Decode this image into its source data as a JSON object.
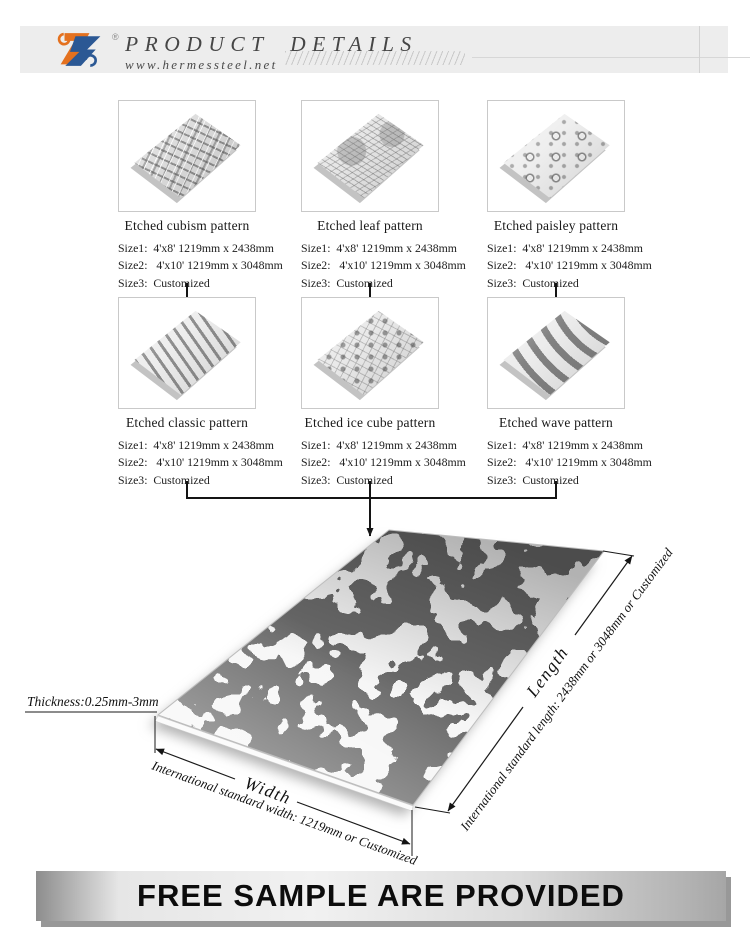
{
  "header": {
    "title": "PRODUCT DETAILS",
    "website": "www.hermessteel.net",
    "registered_mark": "®",
    "logo": {
      "name": "hermes-steel-logo",
      "orange": "#e4711f",
      "blue": "#2b5894"
    }
  },
  "products": [
    {
      "name": "Etched cubism pattern",
      "pattern": "cubism",
      "sizes": [
        "Size1:  4'x8' 1219mm x 2438mm",
        "Size2:   4'x10' 1219mm x 3048mm",
        "Size3:  Customized"
      ]
    },
    {
      "name": "Etched leaf pattern",
      "pattern": "leaf",
      "sizes": [
        "Size1:  4'x8' 1219mm x 2438mm",
        "Size2:   4'x10' 1219mm x 3048mm",
        "Size3:  Customized"
      ]
    },
    {
      "name": "Etched paisley pattern",
      "pattern": "paisley",
      "sizes": [
        "Size1:  4'x8' 1219mm x 2438mm",
        "Size2:   4'x10' 1219mm x 3048mm",
        "Size3:  Customized"
      ]
    },
    {
      "name": "Etched classic pattern",
      "pattern": "classic",
      "sizes": [
        "Size1:  4'x8' 1219mm x 2438mm",
        "Size2:   4'x10' 1219mm x 3048mm",
        "Size3:  Customized"
      ]
    },
    {
      "name": "Etched ice cube pattern",
      "pattern": "icecube",
      "sizes": [
        "Size1:  4'x8' 1219mm x 2438mm",
        "Size2:   4'x10' 1219mm x 3048mm",
        "Size3:  Customized"
      ]
    },
    {
      "name": "Etched wave pattern",
      "pattern": "wave",
      "sizes": [
        "Size1:  4'x8' 1219mm x 2438mm",
        "Size2:   4'x10' 1219mm x 3048mm",
        "Size3:  Customized"
      ]
    }
  ],
  "diagram": {
    "thickness_label": "Thickness:0.25mm-3mm",
    "width_label": "Width",
    "width_detail": "International standard width: 1219mm or Customized",
    "length_label": "Length",
    "length_detail": "International standard length: 2438mm or 3048mm or Customized",
    "plate_dark_color": "#6a6a6a",
    "plate_light_color": "#f6f6f6"
  },
  "footer": {
    "banner": "FREE SAMPLE ARE PROVIDED"
  }
}
